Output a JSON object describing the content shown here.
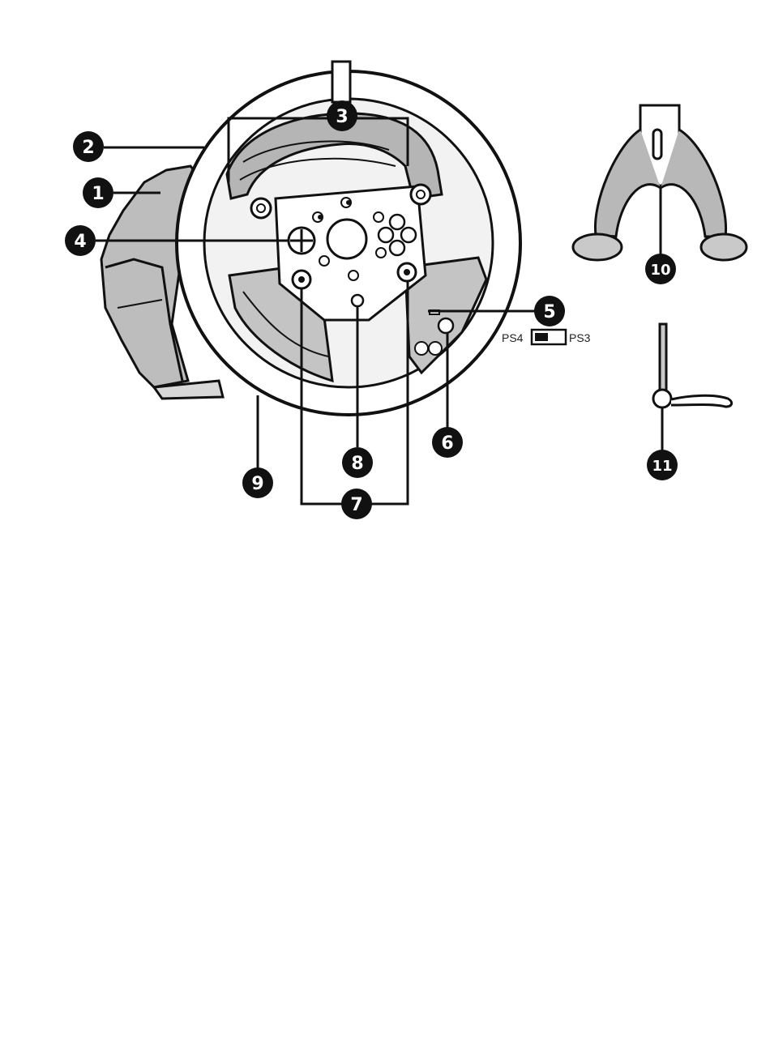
{
  "callouts": [
    "1",
    "2",
    "3",
    "4",
    "5",
    "6",
    "7",
    "8",
    "9",
    "10",
    "11"
  ],
  "mode_switch": {
    "left_label": "PS4",
    "right_label": "PS3"
  },
  "colors": {
    "ink": "#111111",
    "background": "#ffffff",
    "shade": "#9a9a9a"
  }
}
